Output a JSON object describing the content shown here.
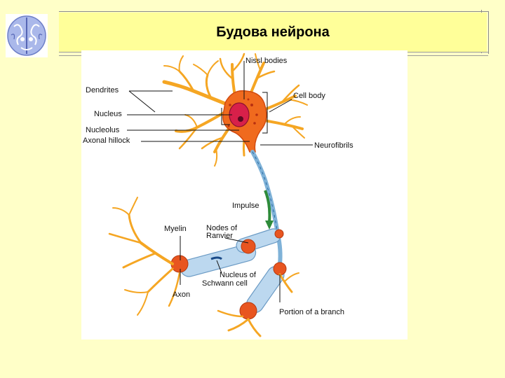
{
  "title": "Будова нейрона",
  "logo_icon": "brain-icon",
  "labels": {
    "dendrites": "Dendrites",
    "nucleus": "Nucleus",
    "nucleolus": "Nucleolus",
    "axonal_hillock": "Axonal hillock",
    "nissl_bodies": "Nissl bodies",
    "cell_body": "Cell body",
    "neurofibrils": "Neurofibrils",
    "impulse": "Impulse",
    "myelin": "Myelin",
    "nodes_of_ranvier_1": "Nodes of",
    "nodes_of_ranvier_2": "Ranvier",
    "nucleus_of_schwann_1": "Nucleus of",
    "nucleus_of_schwann_2": "Schwann cell",
    "axon": "Axon",
    "portion_of_branch": "Portion of a branch"
  },
  "colors": {
    "background": "#ffffc8",
    "title_bar": "#ffff99",
    "dendrite": "#f5a623",
    "soma": "#f06a1e",
    "nucleus": "#d8204a",
    "myelin": "#bcd8ef",
    "node": "#e85520",
    "impulse_arrow": "#2e8b3a"
  }
}
